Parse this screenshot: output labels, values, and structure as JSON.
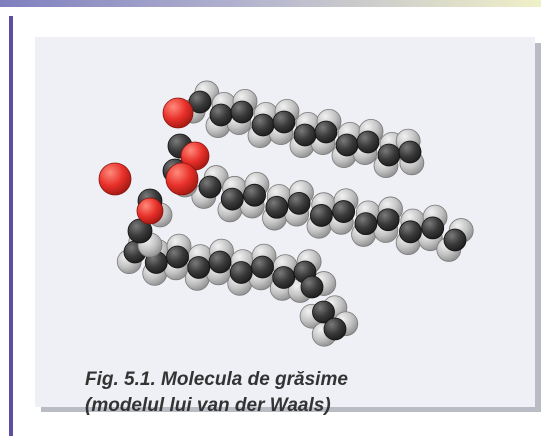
{
  "figure": {
    "caption_line1": "Fig. 5.1. Molecula de grăsime",
    "caption_line2": "(modelul lui van der Waals)",
    "illustration": "fat-molecule-space-filling-model"
  },
  "colors": {
    "accent_rule": "#5a4fa0",
    "panel_bg": "#eef0f5",
    "carbon": "#3a3a3a",
    "hydrogen": "#c4c4c4",
    "oxygen": "#e8302a",
    "caption_text": "#333333"
  }
}
